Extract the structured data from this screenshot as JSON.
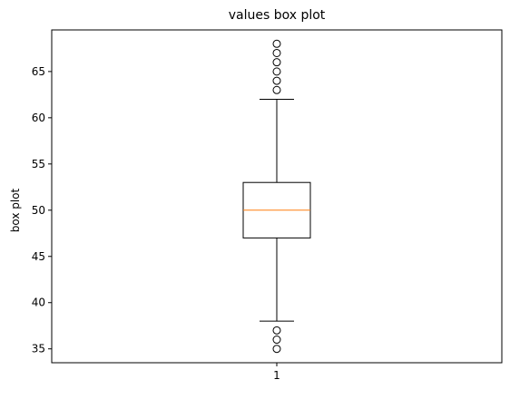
{
  "chart_data": {
    "type": "box",
    "title": "values box plot",
    "xlabel": "",
    "ylabel": "box plot",
    "ylim": [
      33.5,
      69.5
    ],
    "yticks": [
      35,
      40,
      45,
      50,
      55,
      60,
      65
    ],
    "xticks": [
      "1"
    ],
    "grid": false,
    "series": [
      {
        "category": "1",
        "whisker_low": 38,
        "q1": 47,
        "median": 50,
        "q3": 53,
        "whisker_high": 62,
        "outliers": [
          35,
          36,
          37,
          63,
          64,
          65,
          66,
          67,
          68
        ]
      }
    ],
    "colors": {
      "box": "#000000",
      "median": "#ff7f0e",
      "outlier": "#000000"
    }
  }
}
